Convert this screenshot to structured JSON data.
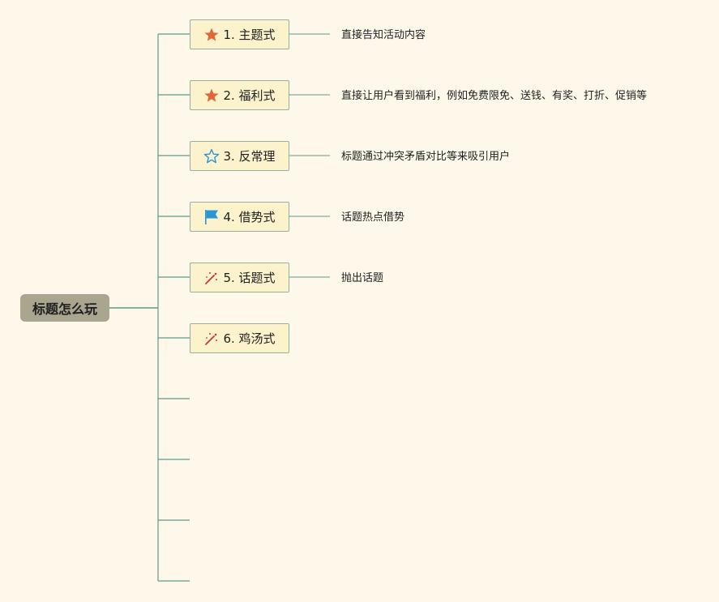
{
  "root": {
    "label": "标题怎么玩"
  },
  "topics": [
    {
      "label": "1. 主题式",
      "icon": "star-filled-icon",
      "color": "#e0673a",
      "desc": "直接告知活动内容"
    },
    {
      "label": "2. 福利式",
      "icon": "star-filled-icon",
      "color": "#e0673a",
      "desc": "直接让用户看到福利，例如免费限免、送钱、有奖、打折、促销等"
    },
    {
      "label": "3. 反常理",
      "icon": "star-outline-icon",
      "color": "#2b95d6",
      "desc": "标题通过冲突矛盾对比等来吸引用户"
    },
    {
      "label": "4. 借势式",
      "icon": "flag-icon",
      "color": "#2b95d6",
      "desc": "话题热点借势"
    },
    {
      "label": "5. 话题式",
      "icon": "magic-wand-icon",
      "color": "#c8373a",
      "desc": "抛出话题"
    },
    {
      "label": "6. 鸡汤式",
      "icon": "magic-wand-icon",
      "color": "#c8373a",
      "desc": ""
    }
  ],
  "colors": {
    "background": "#fdf8ea",
    "root_fill": "#a9a58f",
    "topic_fill": "#fcf3cd",
    "topic_border": "#93b0a0",
    "connector": "#5e9a8c"
  }
}
